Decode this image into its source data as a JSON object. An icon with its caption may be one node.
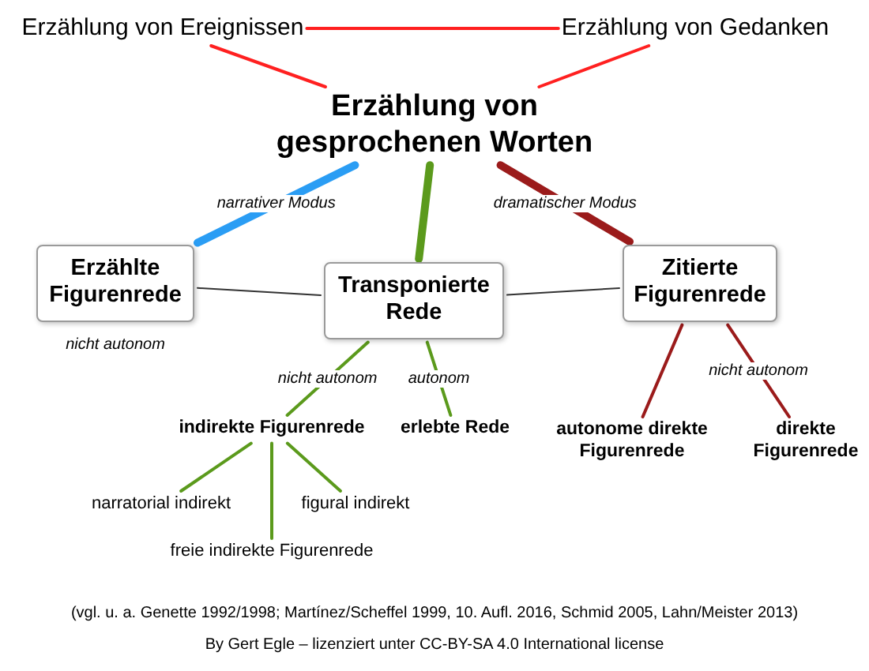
{
  "diagram": {
    "nodes": [
      {
        "text": [
          "Erzählung von Ereignissen"
        ]
      },
      {
        "text": [
          "Erzählung von Gedanken"
        ]
      },
      {
        "text": [
          "Erzählung von gesprochenen Worten"
        ]
      },
      {
        "text": [
          "Erzählte Figurenrede"
        ],
        "beside": [
          "nicht autonom"
        ]
      },
      {
        "text": [
          "Transponierte Rede"
        ]
      },
      {
        "text": [
          "Zitierte Figurenrede"
        ]
      },
      {
        "text": [
          "indirekte Figurenrede"
        ]
      },
      {
        "text": [
          "erlebte Rede"
        ]
      },
      {
        "text": [
          "autonome direkte Figurenrede"
        ]
      },
      {
        "text": [
          "direkte Figurenrede"
        ]
      },
      {
        "text": [
          "narratorial indirekt"
        ]
      },
      {
        "text": [
          "figural indirekt"
        ]
      },
      {
        "text": [
          "freie indirekte Figurenrede"
        ]
      }
    ],
    "edges": [
      {
        "from": 0,
        "to": 1,
        "arrow": "none",
        "color": "#ff2020"
      },
      {
        "from": 2,
        "to": 0,
        "arrow": "none",
        "color": "#ff2020"
      },
      {
        "from": 2,
        "to": 1,
        "arrow": "none",
        "color": "#ff2020"
      },
      {
        "from": 2,
        "to": 3,
        "arrow": "none",
        "label": "narrativer Modus",
        "style": "thick",
        "color": "#2a9df4"
      },
      {
        "from": 2,
        "to": 4,
        "arrow": "none",
        "style": "thick"
      },
      {
        "from": 2,
        "to": 5,
        "arrow": "none",
        "label": "dramatischer Modus",
        "style": "thick",
        "color": "#9b1b1b"
      },
      {
        "from": 3,
        "to": 4,
        "arrow": "none",
        "color": "#333333"
      },
      {
        "from": 4,
        "to": 5,
        "arrow": "none",
        "color": "#333333"
      },
      {
        "from": 4,
        "to": 6,
        "arrow": "none",
        "label": "nicht autonom"
      },
      {
        "from": 4,
        "to": 7,
        "arrow": "none",
        "label": "autonom"
      },
      {
        "from": 5,
        "to": 8,
        "arrow": "none",
        "color": "#9b1b1b"
      },
      {
        "from": 5,
        "to": 9,
        "arrow": "none",
        "label": "nicht autonom",
        "color": "#9b1b1b"
      },
      {
        "from": 6,
        "to": 10,
        "arrow": "none"
      },
      {
        "from": 6,
        "to": 11,
        "arrow": "none"
      },
      {
        "from": 6,
        "to": 12,
        "arrow": "none"
      }
    ],
    "labels": [
      "(vgl. u. a. Genette 1992/1998; Martínez/Scheffel 1999, 10. Aufl. 2016, Schmid 2005, Lahn/Meister 2013)",
      "By Gert Egle – lizenziert unter CC-BY-SA 4.0 International license"
    ]
  }
}
